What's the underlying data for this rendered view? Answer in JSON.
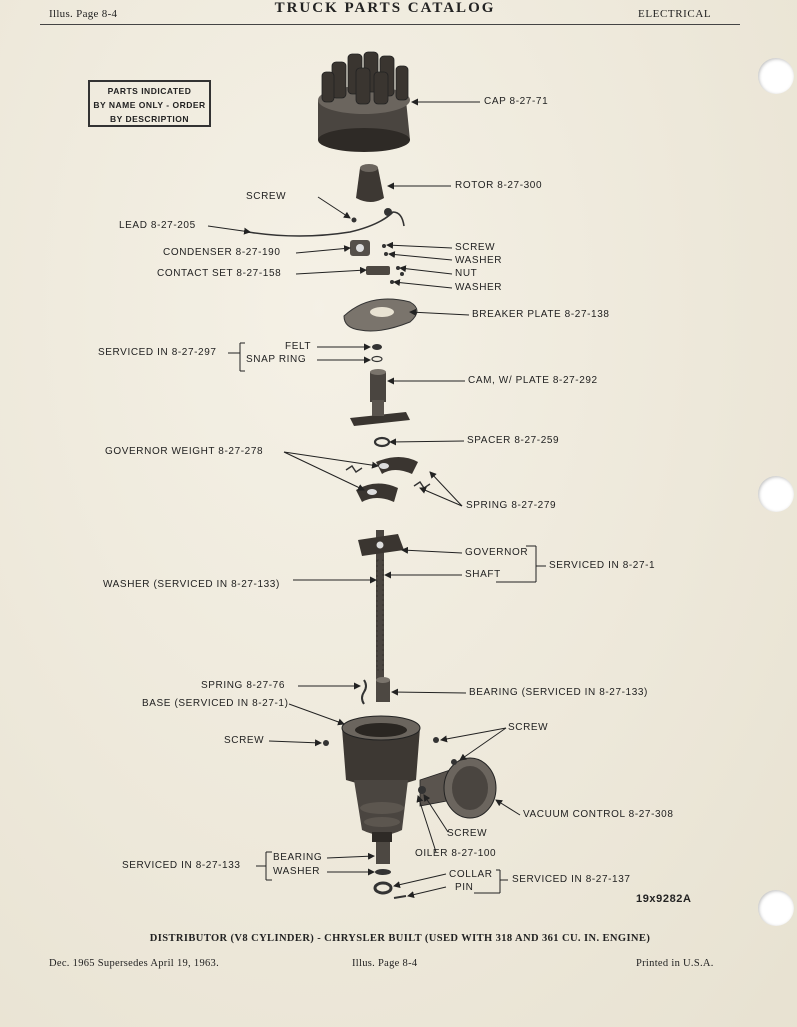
{
  "header": {
    "left": "Illus. Page 8-4",
    "title": "TRUCK PARTS CATALOG",
    "right": "ELECTRICAL"
  },
  "note_box": {
    "line1": "PARTS INDICATED",
    "line2": "BY NAME ONLY - ORDER",
    "line3": "BY DESCRIPTION"
  },
  "labels": {
    "cap": "CAP 8-27-71",
    "rotor": "ROTOR 8-27-300",
    "screw_top": "SCREW",
    "lead": "LEAD 8-27-205",
    "condenser": "CONDENSER 8-27-190",
    "screw_right": "SCREW",
    "washer_right": "WASHER",
    "contact_set": "CONTACT SET 8-27-158",
    "nut": "NUT",
    "washer_right2": "WASHER",
    "breaker_plate": "BREAKER PLATE 8-27-138",
    "serviced_297": "SERVICED IN 8-27-297",
    "felt": "FELT",
    "snap_ring": "SNAP RING",
    "cam": "CAM, W/ PLATE 8-27-292",
    "spacer": "SPACER 8-27-259",
    "governor_weight": "GOVERNOR WEIGHT 8-27-278",
    "spring_279": "SPRING 8-27-279",
    "governor": "GOVERNOR",
    "shaft": "SHAFT",
    "serviced_1": "SERVICED IN 8-27-1",
    "washer_133": "WASHER (SERVICED IN 8-27-133)",
    "spring_76": "SPRING 8-27-76",
    "base": "BASE (SERVICED IN 8-27-1)",
    "bearing_133": "BEARING (SERVICED IN 8-27-133)",
    "screw_left": "SCREW",
    "screw_vac": "SCREW",
    "vacuum_control": "VACUUM CONTROL 8-27-308",
    "screw_bottom": "SCREW",
    "oiler": "OILER 8-27-100",
    "serviced_133": "SERVICED IN 8-27-133",
    "bearing": "BEARING",
    "washer_bottom": "WASHER",
    "collar": "COLLAR",
    "pin": "PIN",
    "serviced_137": "SERVICED IN 8-27-137"
  },
  "figure_number": "19x9282A",
  "caption": "DISTRIBUTOR (V8 CYLINDER) - CHRYSLER BUILT (USED WITH 318 AND 361 CU. IN. ENGINE)",
  "footer": {
    "left": "Dec. 1965 Supersedes April 19, 1963.",
    "center": "Illus. Page 8-4",
    "right": "Printed in U.S.A."
  }
}
